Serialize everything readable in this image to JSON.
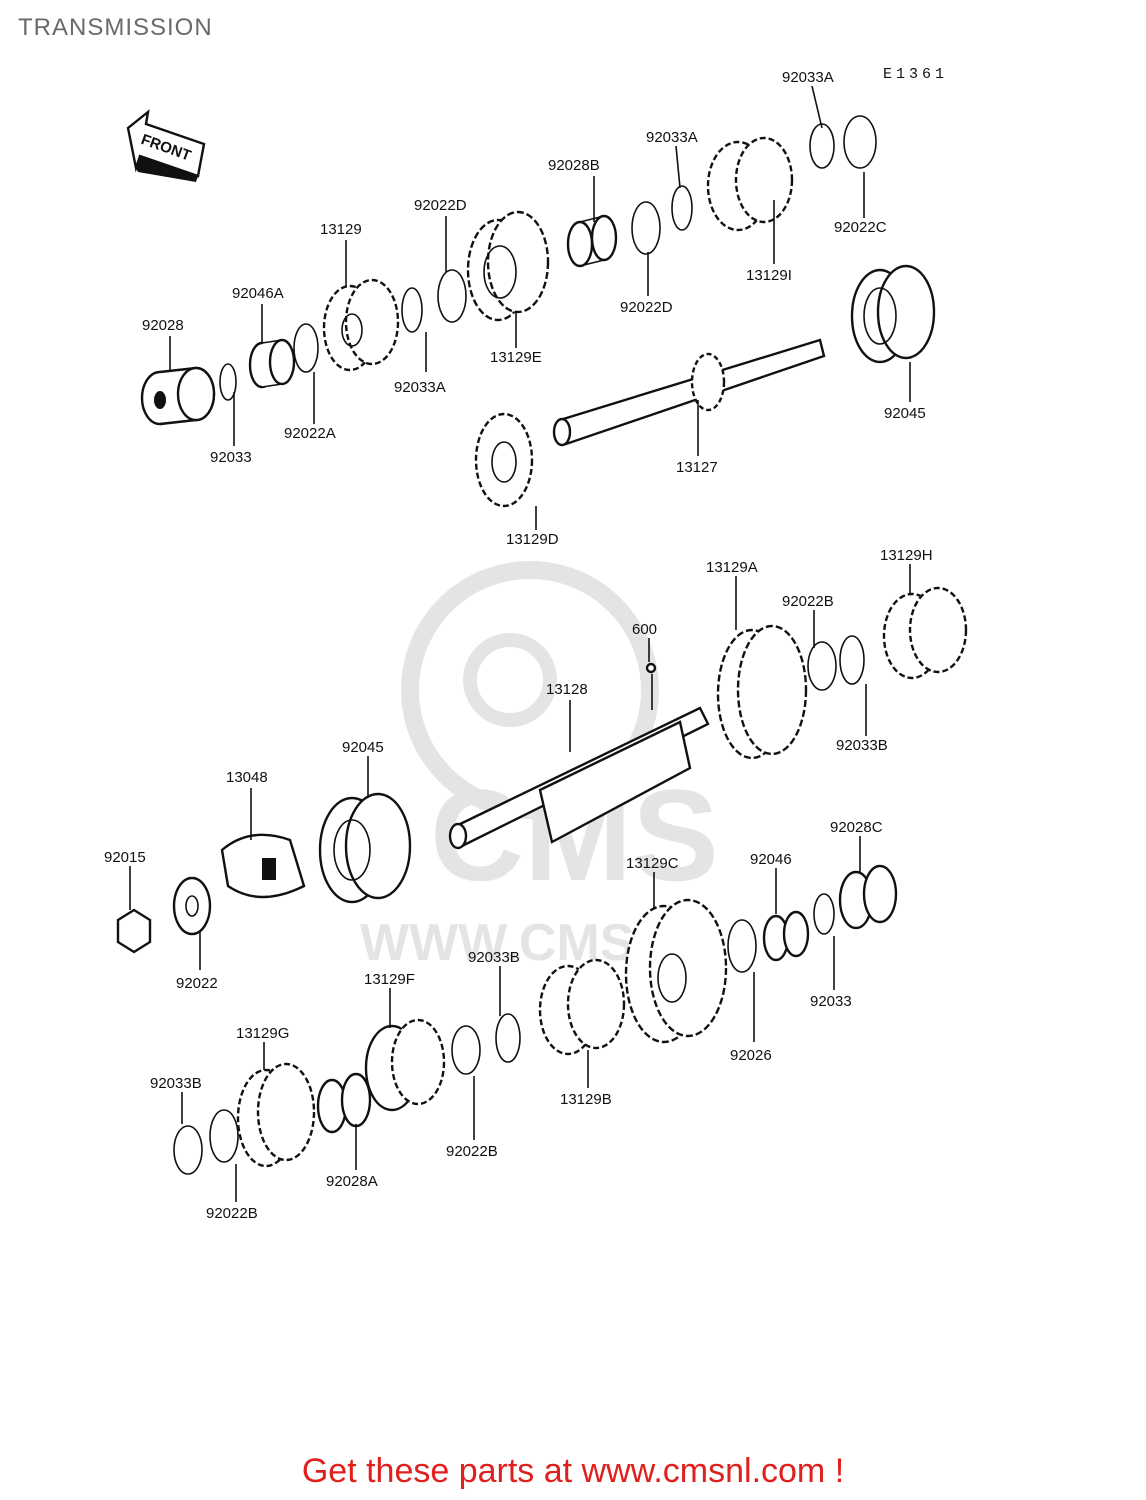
{
  "page": {
    "title": "TRANSMISSION",
    "diagram_code": "E1361",
    "front_label": "FRONT",
    "footer": "Get these parts at www.cmsnl.com !"
  },
  "watermark": {
    "brand": "CMS",
    "url_partial": "WWW.CMSN"
  },
  "colors": {
    "title": "#6a6a6a",
    "lines": "#111111",
    "footer": "#e0201c"
  },
  "callouts": [
    {
      "id": "c1",
      "label": "92033A"
    },
    {
      "id": "c2",
      "label": "92033A"
    },
    {
      "id": "c3",
      "label": "92028B"
    },
    {
      "id": "c4",
      "label": "92022D"
    },
    {
      "id": "c5",
      "label": "13129"
    },
    {
      "id": "c6",
      "label": "92046A"
    },
    {
      "id": "c7",
      "label": "92028"
    },
    {
      "id": "c8",
      "label": "92022C"
    },
    {
      "id": "c9",
      "label": "13129I"
    },
    {
      "id": "c10",
      "label": "92022D"
    },
    {
      "id": "c11",
      "label": "13129E"
    },
    {
      "id": "c12",
      "label": "92033A"
    },
    {
      "id": "c13",
      "label": "92022A"
    },
    {
      "id": "c14",
      "label": "92033"
    },
    {
      "id": "c15",
      "label": "92045"
    },
    {
      "id": "c16",
      "label": "13127"
    },
    {
      "id": "c17",
      "label": "13129D"
    },
    {
      "id": "c18",
      "label": "13129A"
    },
    {
      "id": "c19",
      "label": "13129H"
    },
    {
      "id": "c20",
      "label": "92022B"
    },
    {
      "id": "c21",
      "label": "600"
    },
    {
      "id": "c22",
      "label": "13128"
    },
    {
      "id": "c23",
      "label": "92033B"
    },
    {
      "id": "c24",
      "label": "92045"
    },
    {
      "id": "c25",
      "label": "13048"
    },
    {
      "id": "c26",
      "label": "92015"
    },
    {
      "id": "c27",
      "label": "92022"
    },
    {
      "id": "c28",
      "label": "92028C"
    },
    {
      "id": "c29",
      "label": "13129C"
    },
    {
      "id": "c30",
      "label": "92046"
    },
    {
      "id": "c31",
      "label": "92033B"
    },
    {
      "id": "c32",
      "label": "13129F"
    },
    {
      "id": "c33",
      "label": "92033"
    },
    {
      "id": "c34",
      "label": "92026"
    },
    {
      "id": "c35",
      "label": "13129G"
    },
    {
      "id": "c36",
      "label": "13129B"
    },
    {
      "id": "c37",
      "label": "92033B"
    },
    {
      "id": "c38",
      "label": "92022B"
    },
    {
      "id": "c39",
      "label": "92028A"
    },
    {
      "id": "c40",
      "label": "92022B"
    }
  ]
}
